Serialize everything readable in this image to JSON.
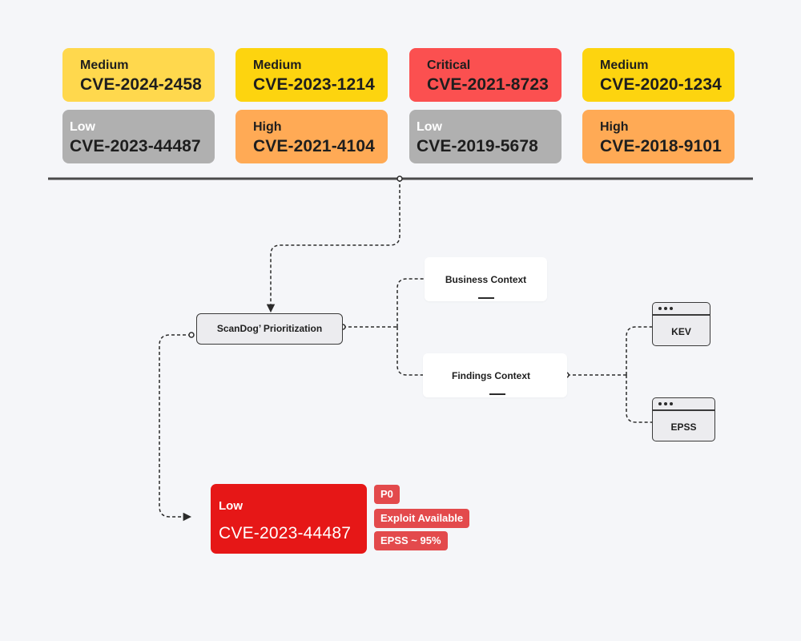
{
  "colors": {
    "medium_light": "#ffd84d",
    "medium": "#fdd40f",
    "critical": "#fb5050",
    "low": "#b0b0b0",
    "high": "#ffaa55",
    "result": "#e61717",
    "tag": "#e34a4c"
  },
  "cve_cards": [
    {
      "severity": "Medium",
      "id": "CVE-2024-2458"
    },
    {
      "severity": "Medium",
      "id": "CVE-2023-1214"
    },
    {
      "severity": "Critical",
      "id": "CVE-2021-8723"
    },
    {
      "severity": "Medium",
      "id": "CVE-2020-1234"
    },
    {
      "severity": "Low",
      "id": "CVE-2023-44487"
    },
    {
      "severity": "High",
      "id": "CVE-2021-4104"
    },
    {
      "severity": "Low",
      "id": "CVE-2019-5678"
    },
    {
      "severity": "High",
      "id": "CVE-2018-9101"
    }
  ],
  "flow": {
    "prioritization": "ScanDog’ Prioritization",
    "business_context": "Business Context",
    "findings_context": "Findings Context",
    "kev": "KEV",
    "epss": "EPSS"
  },
  "result": {
    "severity": "Low",
    "id": "CVE-2023-44487",
    "tags": [
      "P0",
      "Exploit Available",
      "EPSS ~ 95%"
    ]
  }
}
